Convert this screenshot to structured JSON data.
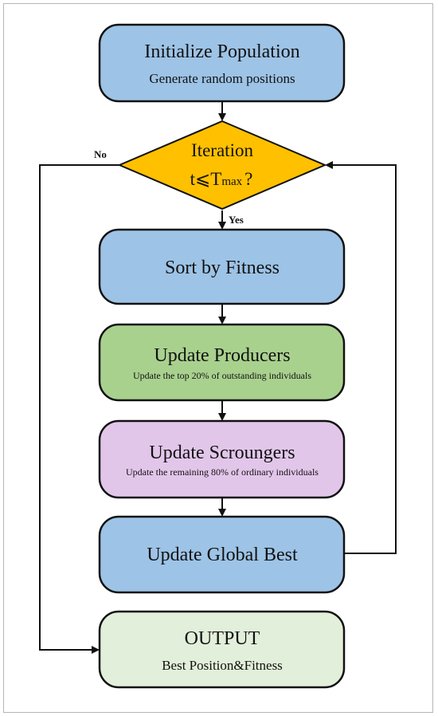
{
  "colors": {
    "blue_box": "#9dc3e6",
    "green_box": "#a9d18e",
    "purple_box": "#e2c6ea",
    "light_green_box": "#e2efda",
    "diamond": "#ffc000",
    "stroke": "#111111"
  },
  "nodes": {
    "initialize": {
      "title": "Initialize Population",
      "subtitle": "Generate random positions"
    },
    "iteration": {
      "line1": "Iteration",
      "cond_prefix": "t⩽T",
      "cond_sub": "max",
      "cond_suffix": "?"
    },
    "sort": {
      "title": "Sort by Fitness"
    },
    "producers": {
      "title": "Update Producers",
      "subtitle": "Update the top 20% of outstanding individuals"
    },
    "scroungers": {
      "title": "Update Scroungers",
      "subtitle": "Update the remaining 80% of ordinary individuals"
    },
    "global_best": {
      "title": "Update Global Best"
    },
    "output": {
      "title": "OUTPUT",
      "subtitle": "Best Position&Fitness"
    }
  },
  "edge_labels": {
    "no": "No",
    "yes": "Yes"
  }
}
